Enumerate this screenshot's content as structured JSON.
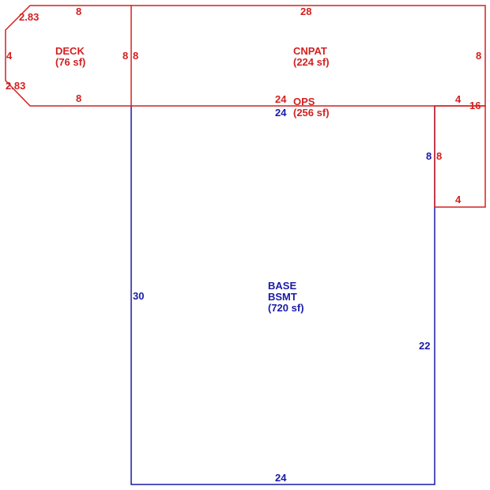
{
  "colors": {
    "red": "#d42020",
    "blue": "#1a1aa8"
  },
  "deck": {
    "name": "DECK",
    "area": "(76 sf)",
    "dims": {
      "top": "8",
      "bottom": "8",
      "left": "4",
      "right": "8",
      "chamfer_top": "2.83",
      "chamfer_bottom": "2.83"
    }
  },
  "cnpat": {
    "name": "CNPAT",
    "area": "(224 sf)",
    "dims": {
      "top": "28",
      "left": "8",
      "right": "8",
      "bottom": "24",
      "step": "4"
    }
  },
  "ops": {
    "name": "OPS",
    "area": "(256 sf)",
    "dims": {
      "right": "16",
      "bottom": "4",
      "inner": "8"
    }
  },
  "base": {
    "name": "BASE",
    "subname": "BSMT",
    "area": "(720 sf)",
    "dims": {
      "top": "24",
      "left": "30",
      "bottom": "24",
      "right": "22",
      "upper_right": "8"
    }
  }
}
